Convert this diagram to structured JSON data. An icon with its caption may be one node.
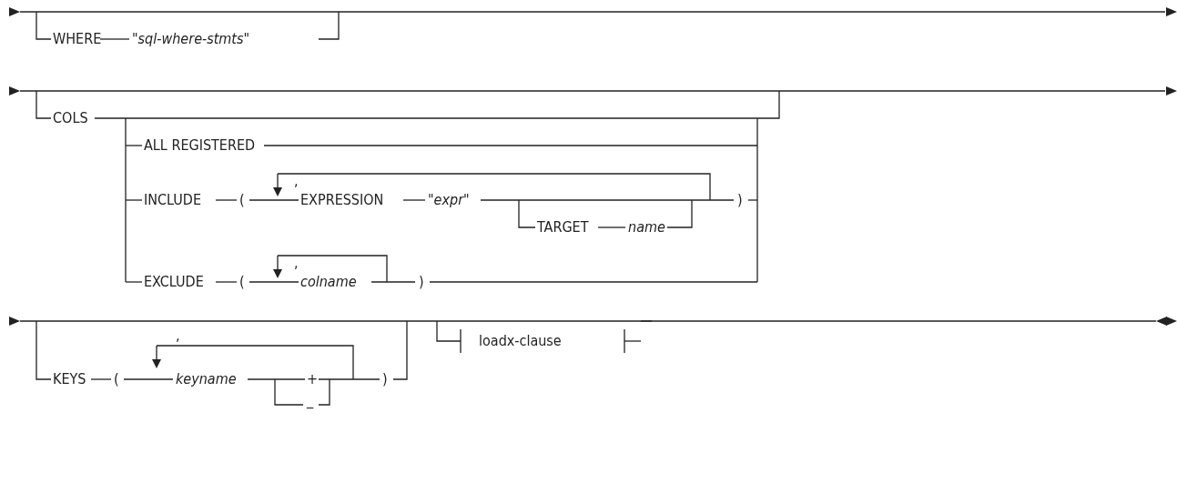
{
  "diagram": {
    "labels": [
      "WHERE",
      "\"sql-where-stmts\"",
      "COLS",
      "ALL REGISTERED",
      ",",
      "INCLUDE",
      "(",
      "EXPRESSION",
      "\"expr\"",
      ")",
      "TARGET",
      "name",
      ",",
      "EXCLUDE",
      "(",
      "colname",
      ")",
      ",",
      "KEYS",
      "(",
      "keyname",
      "+",
      ")",
      "_",
      "loadx-clause"
    ]
  }
}
